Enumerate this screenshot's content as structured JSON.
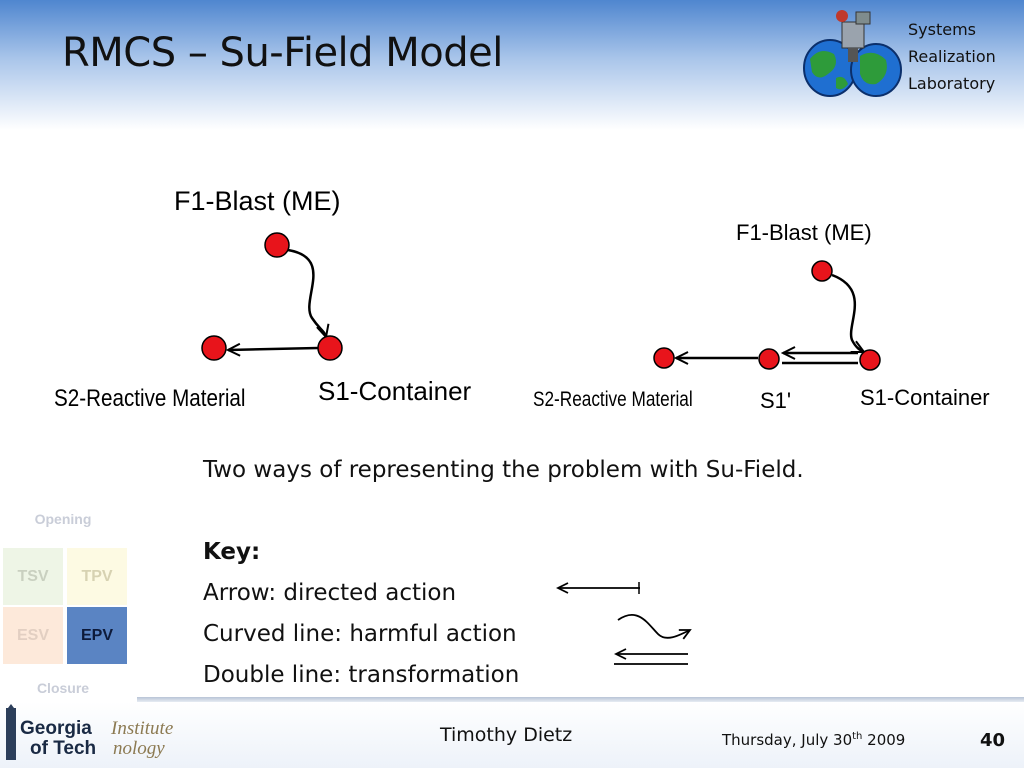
{
  "slide": {
    "title": "RMCS – Su-Field Model",
    "lab": {
      "line1": "Systems",
      "line2": "Realization",
      "line3": "Laboratory"
    }
  },
  "diagram_left": {
    "field_label": "F1-Blast (ME)",
    "s1_label": "S1-Container",
    "s2_label": "S2-Reactive Material"
  },
  "diagram_right": {
    "field_label": "F1-Blast (ME)",
    "s1_label": "S1-Container",
    "s1_prime_label": "S1'",
    "s2_label": "S2-Reactive Material"
  },
  "description": {
    "summary": "Two ways of representing the problem with Su-Field.",
    "key_title": "Key:",
    "key_arrow": "Arrow: directed action",
    "key_curved": "Curved line: harmful action",
    "key_double": "Double line: transformation"
  },
  "nav": {
    "opening": "Opening",
    "closure": "Closure",
    "tsv": "TSV",
    "tpv": "TPV",
    "esv": "ESV",
    "epv": "EPV"
  },
  "footer": {
    "institution_line1_bold": "Georgia",
    "institution_line1_rest": "Institute",
    "institution_line2_bold": "of Tech",
    "institution_line2_rest": "nology",
    "author": "Timothy Dietz",
    "date_prefix": "Thursday, July 30",
    "date_sup": "th",
    "date_suffix": " 2009",
    "page_number": "40"
  },
  "colors": {
    "node_red": "#e8141b",
    "header_blue": "#4f86cf",
    "active_nav": "#5a84c3"
  }
}
